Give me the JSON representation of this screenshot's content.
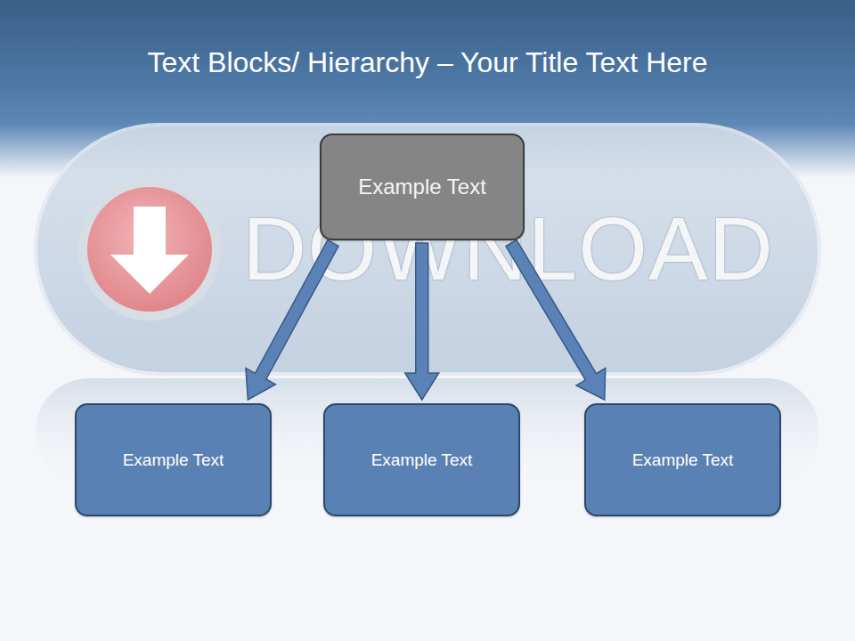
{
  "diagram": {
    "title": "Text Blocks/ Hierarchy – Your Title Text Here",
    "nodes": [
      {
        "text": [
          "Example Text"
        ]
      },
      {
        "text": [
          "Example Text"
        ]
      },
      {
        "text": [
          "Example Text"
        ]
      },
      {
        "text": [
          "Example Text"
        ]
      }
    ],
    "edges": [
      {
        "from": 0,
        "to": 1,
        "arrow": "to"
      },
      {
        "from": 0,
        "to": 2,
        "arrow": "to"
      },
      {
        "from": 0,
        "to": 3,
        "arrow": "to"
      }
    ],
    "labels": [
      "DOWNLOAD"
    ]
  }
}
